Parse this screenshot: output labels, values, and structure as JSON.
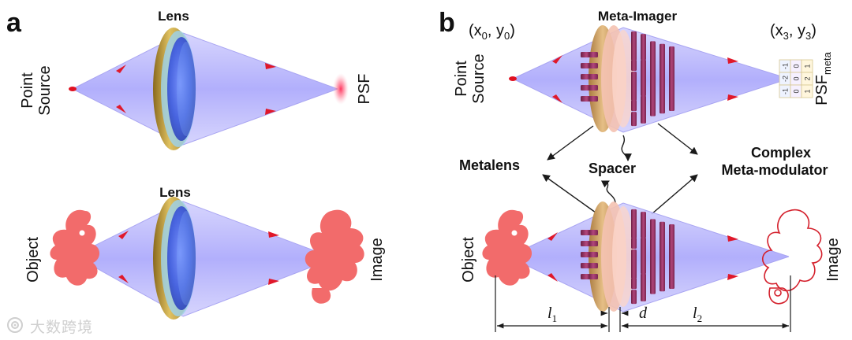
{
  "panel_a": {
    "label": "a",
    "lens_top_title": "Lens",
    "lens_bottom_title": "Lens",
    "point_source_line1": "Point",
    "point_source_line2": "Source",
    "psf_label": "PSF",
    "object_label": "Object",
    "image_label": "Image"
  },
  "panel_b": {
    "label": "b",
    "title": "Meta-Imager",
    "coord_source": "(x",
    "coord_source_sub0": "0",
    "coord_source_mid": ", y",
    "coord_source_sub1": "0",
    "coord_source_end": ")",
    "coord_psf": "(x",
    "coord_psf_sub0": "3",
    "coord_psf_mid": ", y",
    "coord_psf_sub1": "3",
    "coord_psf_end": ")",
    "point_source_line1": "Point",
    "point_source_line2": "Source",
    "psf_label": "PSF",
    "psf_sub": "meta",
    "kernel": [
      [
        "-1",
        "0",
        "1"
      ],
      [
        "-2",
        "0",
        "2"
      ],
      [
        "-1",
        "0",
        "1"
      ]
    ],
    "metalens_label": "Metalens",
    "spacer_label": "Spacer",
    "complex_line1": "Complex",
    "complex_line2": "Meta-modulator",
    "object_label": "Object",
    "image_label": "Image",
    "l1_label": "l",
    "l1_sub": "1",
    "d_label": "d",
    "l2_label": "l",
    "l2_sub": "2"
  },
  "watermark": {
    "text": "大数跨境",
    "icon": "eye-swirl-icon"
  },
  "colors": {
    "beam": "#b8b6ff",
    "beam_edge": "#a8a4f5",
    "ray_arrow": "#e0182a",
    "lens_rim": "#c9a23a",
    "lens_glass": "#3d58e0",
    "meta_ring": "#f2b7a4",
    "meta_disc": "#d6a264",
    "pillar": "#8e2d5c",
    "object": "#f57f7f",
    "psf_glow": "#ff4d6a"
  }
}
